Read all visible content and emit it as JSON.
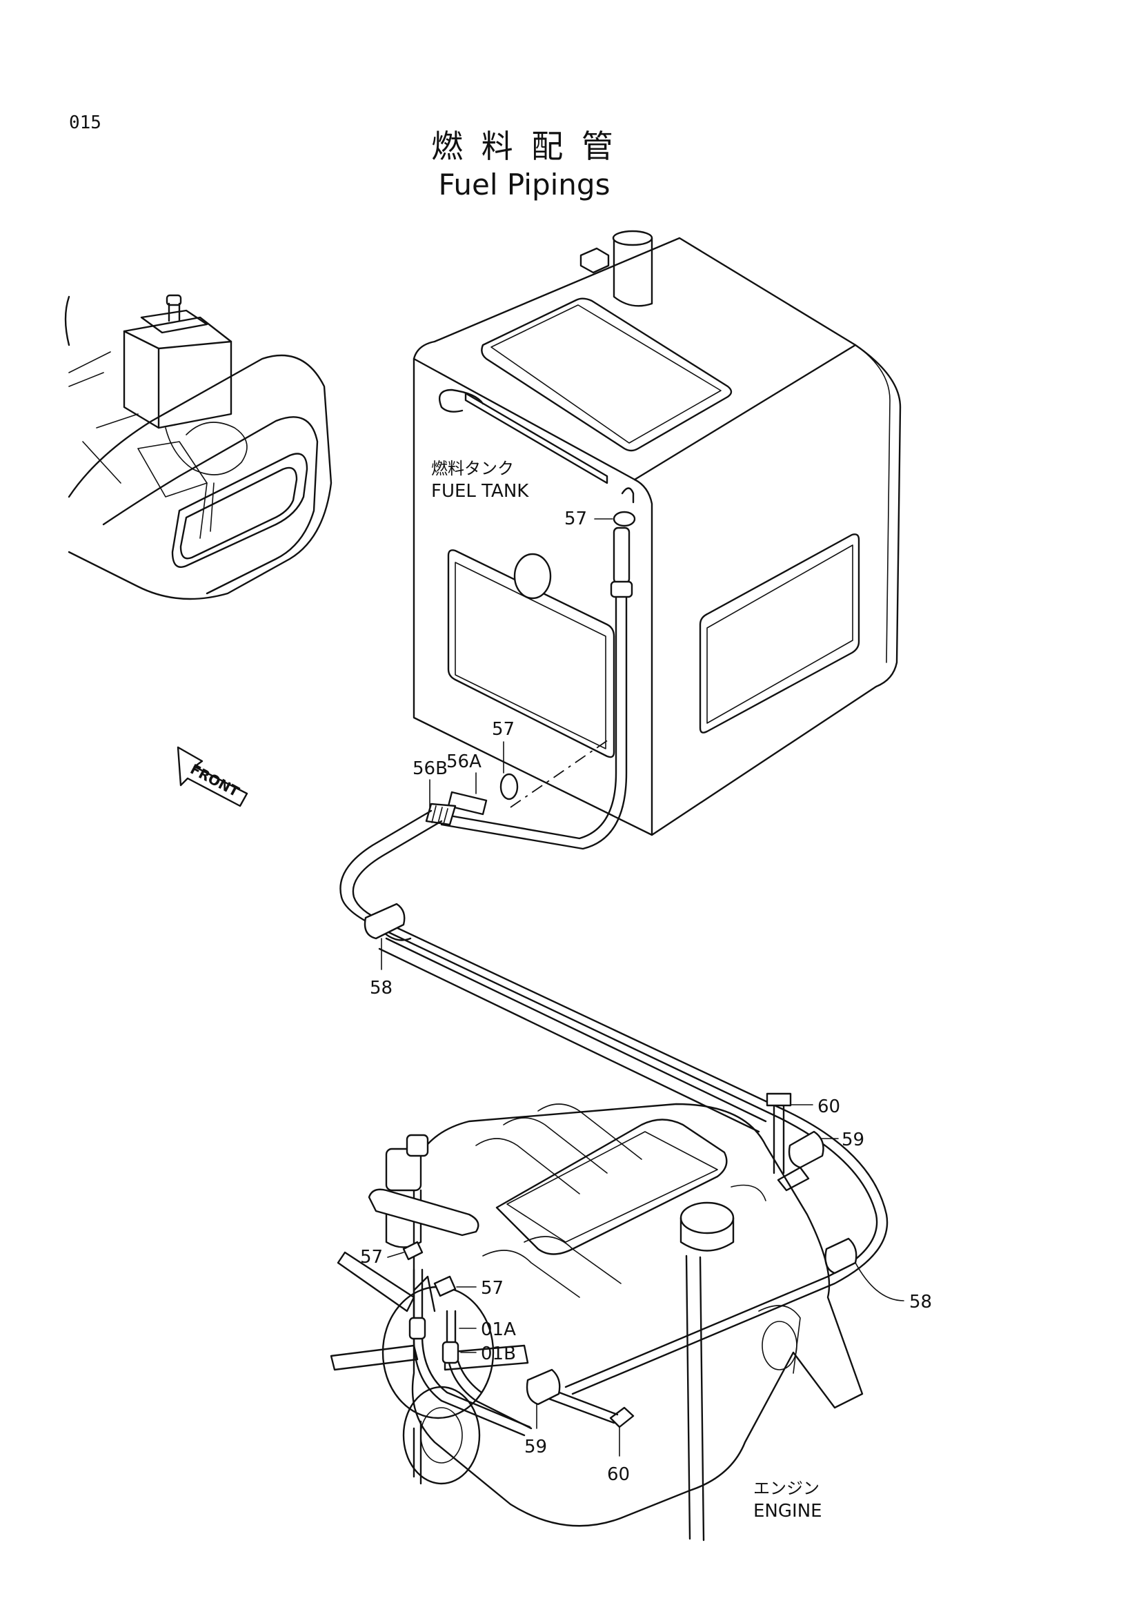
{
  "page": {
    "number": "015",
    "title_jp": "燃 料 配 管",
    "title_en": "Fuel Pipings"
  },
  "labels": {
    "fuel_tank_jp": "燃料タンク",
    "fuel_tank_en": "FUEL TANK",
    "engine_jp": "エンジン",
    "engine_en": "ENGINE",
    "front": "FRONT"
  },
  "callouts": [
    {
      "id": "c57-top",
      "text": "57"
    },
    {
      "id": "c57-mid",
      "text": "57"
    },
    {
      "id": "c56A",
      "text": "56A"
    },
    {
      "id": "c56B",
      "text": "56B"
    },
    {
      "id": "c58-left",
      "text": "58"
    },
    {
      "id": "c60-top",
      "text": "60"
    },
    {
      "id": "c59-top",
      "text": "59"
    },
    {
      "id": "c57-eng-left",
      "text": "57"
    },
    {
      "id": "c57-eng-right",
      "text": "57"
    },
    {
      "id": "c01A",
      "text": "01A"
    },
    {
      "id": "c01B",
      "text": "01B"
    },
    {
      "id": "c58-right",
      "text": "58"
    },
    {
      "id": "c59-bottom",
      "text": "59"
    },
    {
      "id": "c60-bottom",
      "text": "60"
    }
  ]
}
